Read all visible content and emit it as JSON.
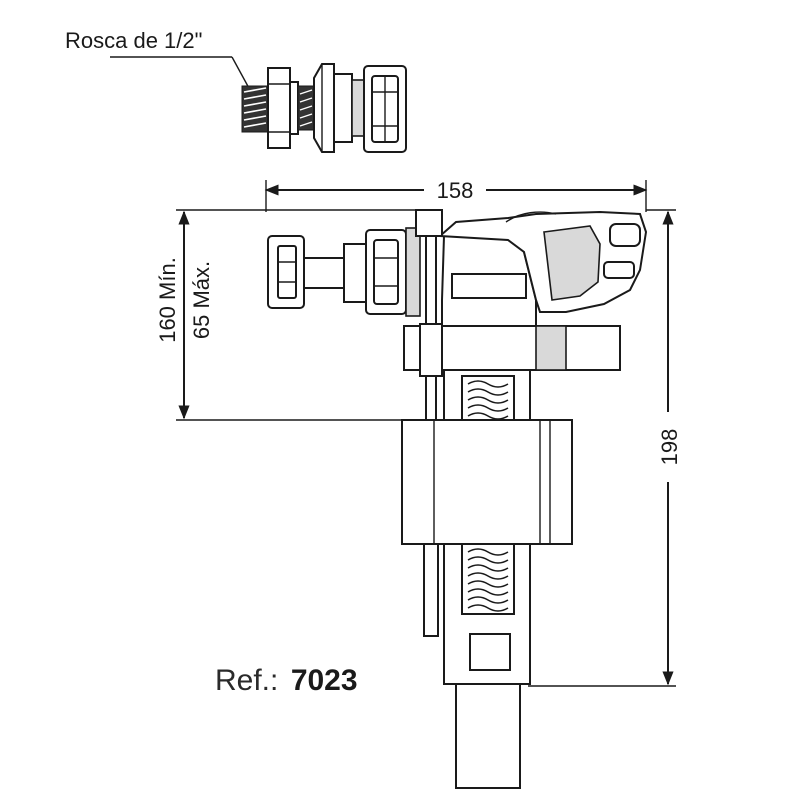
{
  "labels": {
    "thread": "Rosca de 1/2\"",
    "width": "158",
    "height_range_1": "160 Mín.",
    "height_range_2": "65 Máx.",
    "total_height": "198",
    "ref_prefix": "Ref.:",
    "ref_number": "7023"
  },
  "colors": {
    "line": "#1a1a1a",
    "fill": "#ffffff",
    "shade": "#d9d9d9"
  }
}
